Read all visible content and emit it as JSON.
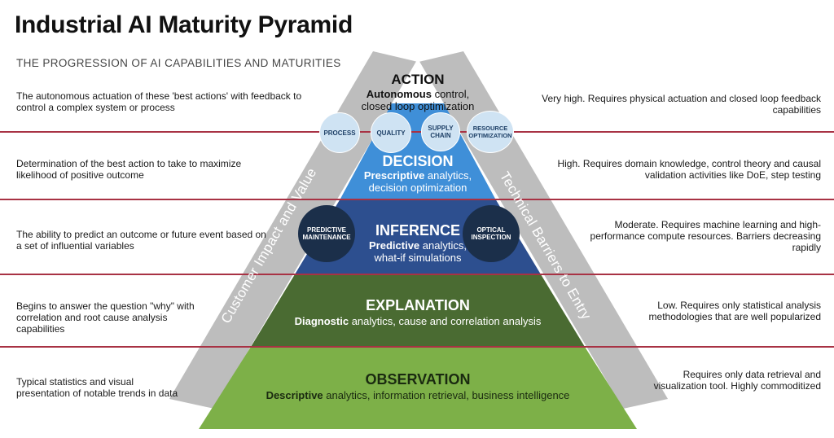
{
  "header": {
    "title": "Industrial AI Maturity Pyramid",
    "subtitle": "THE PROGRESSION OF AI CAPABILITIES AND MATURITIES"
  },
  "arrows": {
    "left": "Customer Impact and Value",
    "right": "Technical Barriers to Entry"
  },
  "levels": [
    {
      "title": "ACTION",
      "sub_bold": "Autonomous",
      "sub_rest": " control,",
      "sub_line2": "closed loop optimization",
      "left_desc": "The autonomous actuation of these 'best actions' with feedback to control a complex system or process",
      "right_desc": "Very high. Requires physical actuation and closed loop feedback capabilities",
      "color": "#ffffff"
    },
    {
      "title": "DECISION",
      "sub_bold": "Prescriptive",
      "sub_rest": " analytics,",
      "sub_line2": "decision optimization",
      "left_desc": "Determination of the best action to take to maximize likelihood of positive outcome",
      "right_desc": "High. Requires domain knowledge, control theory and causal validation activities like DoE, step testing",
      "color": "#3f8fd8"
    },
    {
      "title": "INFERENCE",
      "sub_bold": "Predictive",
      "sub_rest": " analytics,",
      "sub_line2": "what-if simulations",
      "left_desc": "The ability to predict an outcome or future event based on a set of influential variables",
      "right_desc": "Moderate. Requires machine learning and high-performance compute resources. Barriers decreasing rapidly",
      "color": "#2d4f8f"
    },
    {
      "title": "EXPLANATION",
      "sub_bold": "Diagnostic",
      "sub_rest": " analytics, cause and correlation analysis",
      "sub_line2": "",
      "left_desc": "Begins to answer the question \"why\" with correlation and root cause analysis capabilities",
      "right_desc": "Low. Requires only statistical analysis methodologies that are well popularized",
      "color": "#4a6b32"
    },
    {
      "title": "OBSERVATION",
      "sub_bold": "Descriptive",
      "sub_rest": " analytics, information retrieval, business intelligence",
      "sub_line2": "",
      "left_desc": "Typical statistics and visual presentation of notable trends in data",
      "right_desc": "Requires only data retrieval and visualization tool. Highly commoditized",
      "color": "#7db048"
    }
  ],
  "bubbles_top": [
    "PROCESS",
    "QUALITY",
    "SUPPLY CHAIN",
    "RESOURCE OPTIMIZATION"
  ],
  "bubbles_mid": [
    "PREDICTIVE MAINTENANCE",
    "OPTICAL INSPECTION"
  ]
}
